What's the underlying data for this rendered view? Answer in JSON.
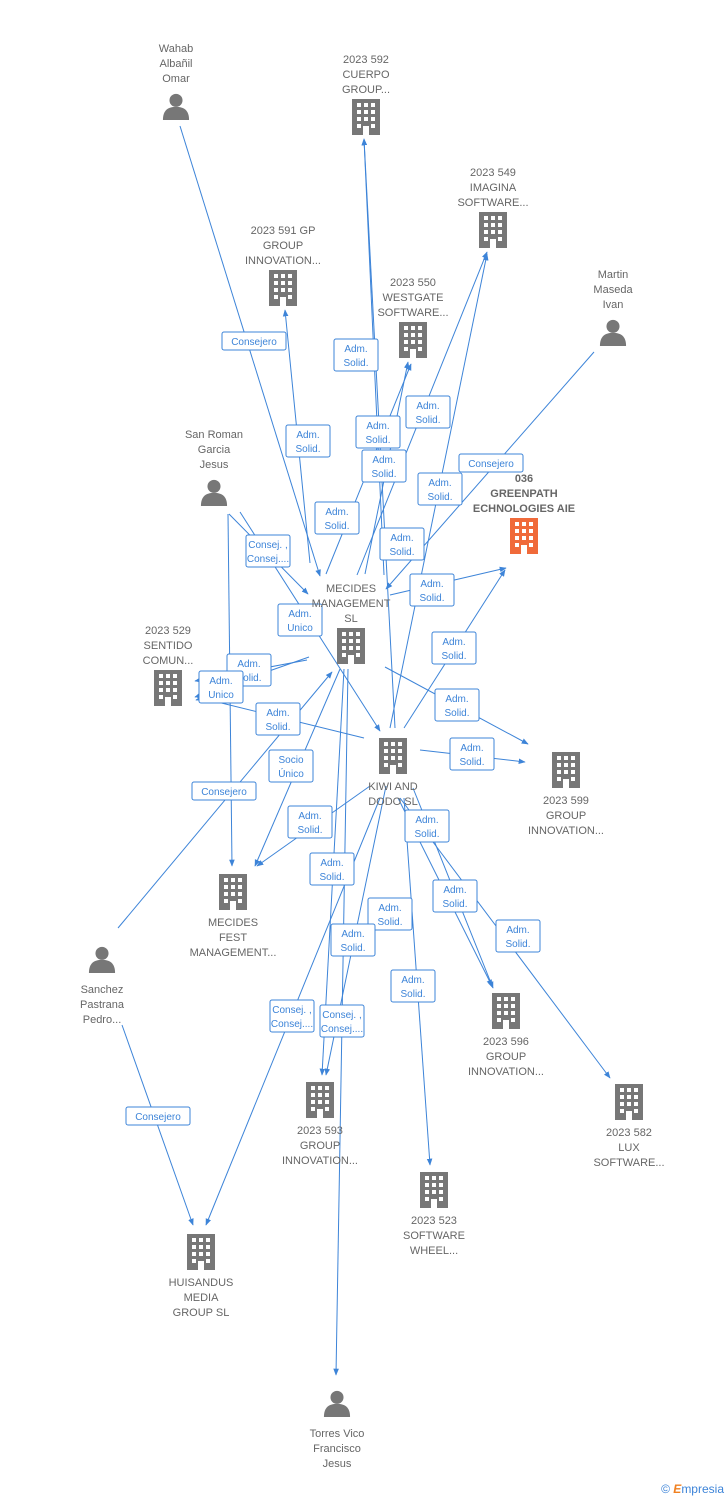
{
  "colors": {
    "node": "#777777",
    "highlight": "#f06a3a",
    "edge": "#3d84d8"
  },
  "nodes": [
    {
      "id": "wahab",
      "type": "person",
      "lines": [
        "Wahab",
        "Albañil",
        "Omar"
      ]
    },
    {
      "id": "c592",
      "type": "company",
      "lines": [
        "2023 592",
        "CUERPO",
        "GROUP..."
      ]
    },
    {
      "id": "c549",
      "type": "company",
      "lines": [
        "2023 549",
        "IMAGINA",
        "SOFTWARE..."
      ]
    },
    {
      "id": "c591",
      "type": "company",
      "lines": [
        "2023 591 GP",
        "GROUP",
        "INNOVATION..."
      ]
    },
    {
      "id": "c550",
      "type": "company",
      "lines": [
        "2023 550",
        "WESTGATE",
        "SOFTWARE..."
      ]
    },
    {
      "id": "martin",
      "type": "person",
      "lines": [
        "Martin",
        "Maseda",
        "Ivan"
      ]
    },
    {
      "id": "sanroman",
      "type": "person",
      "lines": [
        "San Roman",
        "Garcia",
        "Jesus"
      ]
    },
    {
      "id": "greenpath",
      "type": "company",
      "highlight": true,
      "lines": [
        "036",
        "GREENPATH",
        "ECHNOLOGIES AIE"
      ]
    },
    {
      "id": "mecides",
      "type": "company",
      "lines": [
        "MECIDES",
        "MANAGEMENT",
        "SL"
      ]
    },
    {
      "id": "c529",
      "type": "company",
      "lines": [
        "2023 529",
        "SENTIDO",
        "COMUN..."
      ]
    },
    {
      "id": "kiwi",
      "type": "company",
      "lines": [
        "KIWI AND",
        "DODO SL"
      ]
    },
    {
      "id": "c599",
      "type": "company",
      "lines": [
        "2023 599",
        "GROUP",
        "INNOVATION..."
      ]
    },
    {
      "id": "mfest",
      "type": "company",
      "lines": [
        "MECIDES",
        "FEST",
        "MANAGEMENT..."
      ]
    },
    {
      "id": "sanchez",
      "type": "person",
      "lines": [
        "Sanchez",
        "Pastrana",
        "Pedro..."
      ]
    },
    {
      "id": "c596",
      "type": "company",
      "lines": [
        "2023 596",
        "GROUP",
        "INNOVATION..."
      ]
    },
    {
      "id": "c582",
      "type": "company",
      "lines": [
        "2023 582",
        "LUX",
        "SOFTWARE..."
      ]
    },
    {
      "id": "c593",
      "type": "company",
      "lines": [
        "2023 593",
        "GROUP",
        "INNOVATION..."
      ]
    },
    {
      "id": "c523",
      "type": "company",
      "lines": [
        "2023 523",
        "SOFTWARE",
        "WHEEL..."
      ]
    },
    {
      "id": "huisandus",
      "type": "company",
      "lines": [
        "HUISANDUS",
        "MEDIA",
        "GROUP SL"
      ]
    },
    {
      "id": "torres",
      "type": "person",
      "lines": [
        "Torres Vico",
        "Francisco",
        "Jesus"
      ]
    }
  ],
  "edges": [
    {
      "label": [
        "Consejero"
      ]
    },
    {
      "label": [
        "Adm.",
        "Solid."
      ]
    },
    {
      "label": [
        "Adm.",
        "Solid."
      ]
    },
    {
      "label": [
        "Adm.",
        "Solid."
      ]
    },
    {
      "label": [
        "Adm.",
        "Solid."
      ]
    },
    {
      "label": [
        "Adm.",
        "Solid."
      ]
    },
    {
      "label": [
        "Consejero"
      ]
    },
    {
      "label": [
        "Adm.",
        "Solid."
      ]
    },
    {
      "label": [
        "Consej. ,",
        "Consej...."
      ]
    },
    {
      "label": [
        "Adm.",
        "Solid."
      ]
    },
    {
      "label": [
        "Adm.",
        "Solid."
      ]
    },
    {
      "label": [
        "Adm.",
        "Unico"
      ]
    },
    {
      "label": [
        "Adm.",
        "Solid."
      ]
    },
    {
      "label": [
        "Adm.",
        "Unico"
      ]
    },
    {
      "label": [
        "Adm.",
        "Solid."
      ]
    },
    {
      "label": [
        "Adm.",
        "Solid."
      ]
    },
    {
      "label": [
        "Adm.",
        "Solid."
      ]
    },
    {
      "label": [
        "Adm.",
        "Solid."
      ]
    },
    {
      "label": [
        "Socio",
        "Único"
      ]
    },
    {
      "label": [
        "Consejero"
      ]
    },
    {
      "label": [
        "Adm.",
        "Solid."
      ]
    },
    {
      "label": [
        "Adm.",
        "Solid."
      ]
    },
    {
      "label": [
        "Adm.",
        "Solid."
      ]
    },
    {
      "label": [
        "Adm.",
        "Solid."
      ]
    },
    {
      "label": [
        "Adm.",
        "Solid."
      ]
    },
    {
      "label": [
        "Adm.",
        "Solid."
      ]
    },
    {
      "label": [
        "Adm.",
        "Solid."
      ]
    },
    {
      "label": [
        "Consej. ,",
        "Consej...."
      ]
    },
    {
      "label": [
        "Consej. ,",
        "Consej...."
      ]
    },
    {
      "label": [
        "Adm.",
        "Solid."
      ]
    },
    {
      "label": [
        "Consejero"
      ]
    },
    {
      "label": [
        "Adm.",
        "Solid."
      ]
    }
  ],
  "watermark": {
    "copyright": "©",
    "brand_initial": "E",
    "brand_rest": "mpresia"
  }
}
